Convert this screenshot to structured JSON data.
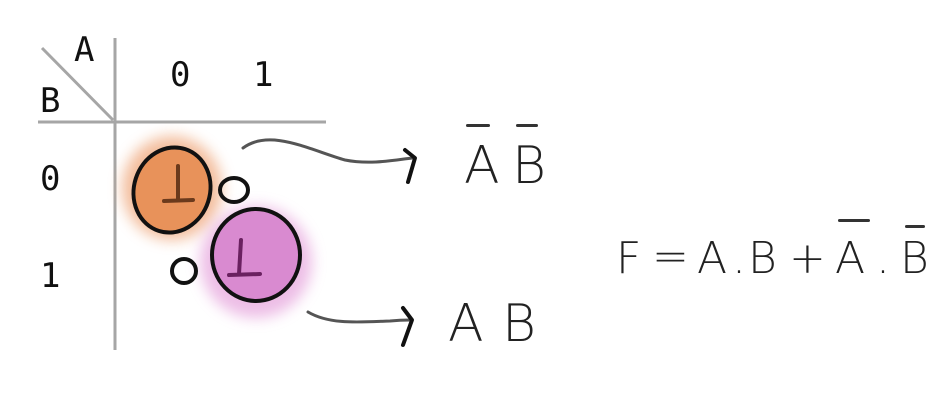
{
  "kmap": {
    "var_a": "A",
    "var_b": "B",
    "col_headers": [
      "0",
      "1"
    ],
    "row_headers": [
      "0",
      "1"
    ],
    "cells": [
      [
        "1",
        "0"
      ],
      [
        "0",
        "1"
      ]
    ],
    "groups": [
      {
        "term_a": "A",
        "term_b": "B",
        "bar_a": true,
        "bar_b": true,
        "color": "#e8925a"
      },
      {
        "term_a": "A",
        "term_b": "B",
        "bar_a": false,
        "bar_b": false,
        "color": "#d98ad0"
      }
    ]
  },
  "equation": {
    "lhs": "F",
    "equals": "=",
    "term1_a": "A",
    "dot": ".",
    "term1_b": "B",
    "plus": "+",
    "term2_a": "A",
    "term2_b": "B"
  },
  "colors": {
    "grid": "#a6a6a6",
    "ink": "#111111",
    "orange_fill": "#e8925a",
    "pink_fill": "#d98ad0"
  }
}
